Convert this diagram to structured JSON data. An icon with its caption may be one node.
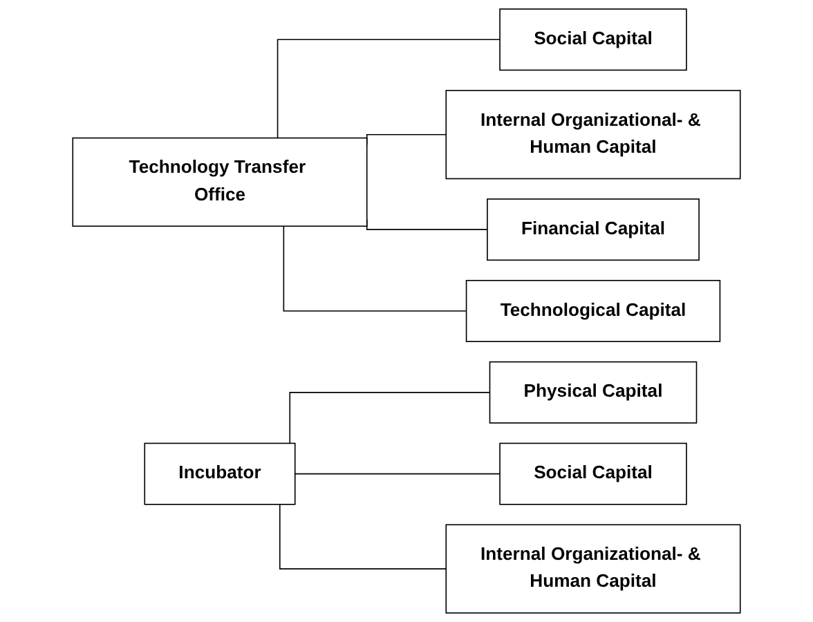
{
  "diagram": {
    "nodes": [
      {
        "text": [
          "Technology Transfer Office"
        ]
      },
      {
        "text": [
          "Social Capital"
        ]
      },
      {
        "text": [
          "Internal Organizational- & Human Capital"
        ]
      },
      {
        "text": [
          "Financial Capital"
        ]
      },
      {
        "text": [
          "Technological Capital"
        ]
      },
      {
        "text": [
          "Incubator"
        ]
      },
      {
        "text": [
          "Physical Capital"
        ]
      },
      {
        "text": [
          "Social Capital"
        ]
      },
      {
        "text": [
          "Internal Organizational- & Human Capital"
        ]
      }
    ],
    "edges": [
      {
        "from": 0,
        "to": 1,
        "arrow": "none"
      },
      {
        "from": 0,
        "to": 2,
        "arrow": "none"
      },
      {
        "from": 0,
        "to": 3,
        "arrow": "none"
      },
      {
        "from": 0,
        "to": 4,
        "arrow": "none"
      },
      {
        "from": 5,
        "to": 6,
        "arrow": "none"
      },
      {
        "from": 5,
        "to": 7,
        "arrow": "none"
      },
      {
        "from": 5,
        "to": 8,
        "arrow": "none"
      }
    ]
  }
}
